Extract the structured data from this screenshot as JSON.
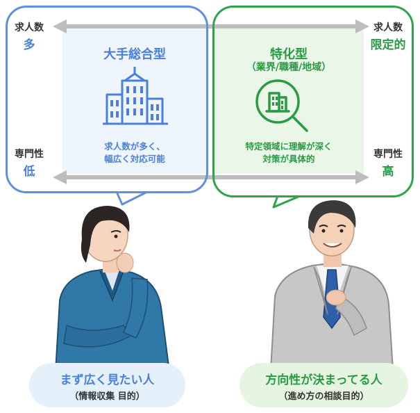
{
  "axis": {
    "top_left": {
      "label": "求人数",
      "value": "多"
    },
    "top_right": {
      "label": "求人数",
      "value": "限定的"
    },
    "bottom_left": {
      "label": "専門性",
      "value": "低"
    },
    "bottom_right": {
      "label": "専門性",
      "value": "高"
    }
  },
  "general": {
    "title": "大手総合型",
    "icon": "office-building-icon",
    "description_line1": "求人数が多く、",
    "description_line2": "幅広く対応可能",
    "color": "#4a80d8"
  },
  "specialized": {
    "title": "特化型",
    "subtitle": "（業界/職種/地域）",
    "icon": "magnifier-building-icon",
    "description_line1": "特定領域に理解が深く",
    "description_line2": "対策が具体的",
    "color": "#2a9a45"
  },
  "personas": {
    "left": {
      "title": "まず広く見たい人",
      "subtitle": "（情報収集 目的）",
      "figure": "thinking-woman"
    },
    "right": {
      "title": "方向性が決まってる人",
      "subtitle": "（進め方の相談目的）",
      "figure": "confident-man"
    }
  }
}
